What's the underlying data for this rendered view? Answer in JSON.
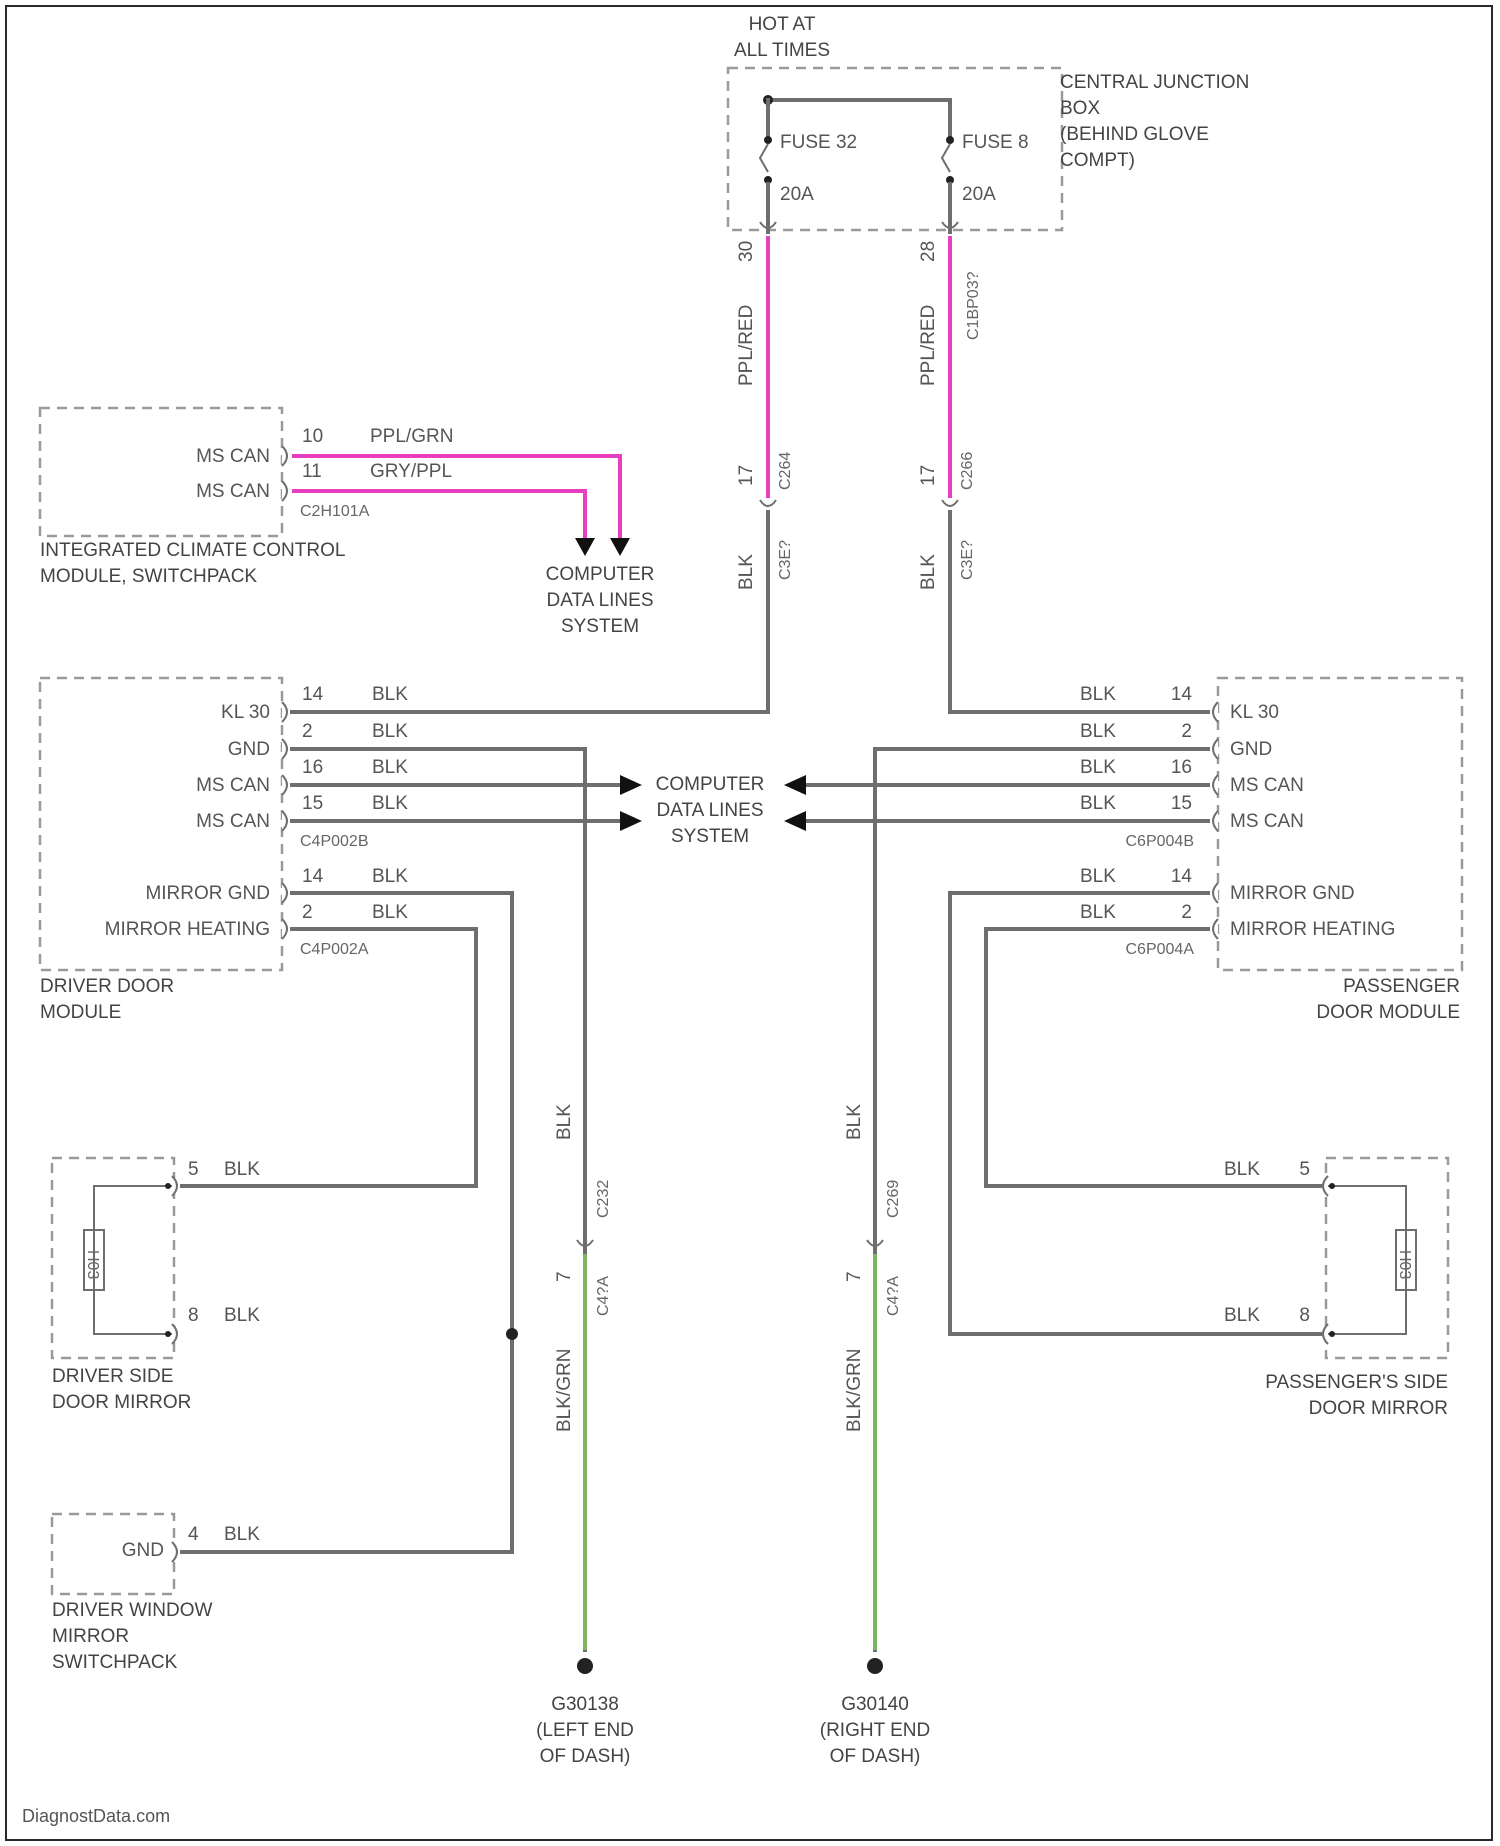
{
  "watermark": "DiagnostData.com",
  "power": {
    "hot_line1": "HOT AT",
    "hot_line2": "ALL TIMES",
    "cjb_line1": "CENTRAL JUNCTION",
    "cjb_line2": "BOX",
    "cjb_line3": "(BEHIND GLOVE",
    "cjb_line4": "COMPT)",
    "fuse_left": "FUSE 32",
    "fuse_left_amp": "20A",
    "fuse_right": "FUSE 8",
    "fuse_right_amp": "20A",
    "pin_left_top": "30",
    "pin_right_top": "28",
    "wire_left_top": "PPL/RED",
    "wire_right_top": "PPL/RED",
    "conn_right_top": "C1BP03?",
    "pin_left_mid": "17",
    "pin_right_mid": "17",
    "conn_left_mid1": "C264",
    "conn_left_mid2": "C3E?",
    "conn_right_mid1": "C266",
    "conn_right_mid2": "C3E?",
    "wire_left_mid": "BLK",
    "wire_right_mid": "BLK"
  },
  "climate": {
    "pin1": "10",
    "pin2": "11",
    "wire1": "PPL/GRN",
    "wire2": "GRY/PPL",
    "conn": "C2H101A",
    "label1": "MS CAN",
    "label2": "MS CAN",
    "name1": "INTEGRATED CLIMATE CONTROL",
    "name2": "MODULE, SWITCHPACK",
    "cdl1": "COMPUTER",
    "cdl2": "DATA LINES",
    "cdl3": "SYSTEM"
  },
  "center_cdl": {
    "line1": "COMPUTER",
    "line2": "DATA LINES",
    "line3": "SYSTEM"
  },
  "driver_module": {
    "labels": [
      "KL 30",
      "GND",
      "MS CAN",
      "MS CAN"
    ],
    "pins": [
      "14",
      "2",
      "16",
      "15"
    ],
    "wires": [
      "BLK",
      "BLK",
      "BLK",
      "BLK"
    ],
    "conn_a": "C4P002B",
    "mirror_labels": [
      "MIRROR GND",
      "MIRROR HEATING"
    ],
    "mirror_pins": [
      "14",
      "2"
    ],
    "mirror_wires": [
      "BLK",
      "BLK"
    ],
    "conn_b": "C4P002A",
    "name1": "DRIVER DOOR",
    "name2": "MODULE"
  },
  "passenger_module": {
    "labels": [
      "KL 30",
      "GND",
      "MS CAN",
      "MS CAN"
    ],
    "pins": [
      "14",
      "2",
      "16",
      "15"
    ],
    "wires": [
      "BLK",
      "BLK",
      "BLK",
      "BLK"
    ],
    "conn_a": "C6P004B",
    "mirror_labels": [
      "MIRROR GND",
      "MIRROR HEATING"
    ],
    "mirror_pins": [
      "14",
      "2"
    ],
    "mirror_wires": [
      "BLK",
      "BLK"
    ],
    "conn_b": "C6P004A",
    "name1": "PASSENGER",
    "name2": "DOOR MODULE"
  },
  "driver_mirror": {
    "pin1": "5",
    "wire1": "BLK",
    "pin2": "8",
    "wire2": "BLK",
    "element": "H03",
    "name1": "DRIVER SIDE",
    "name2": "DOOR MIRROR"
  },
  "passenger_mirror": {
    "pin1": "5",
    "wire1": "BLK",
    "pin2": "8",
    "wire2": "BLK",
    "element": "H03",
    "name1": "PASSENGER'S SIDE",
    "name2": "DOOR MIRROR"
  },
  "switchpack": {
    "label": "GND",
    "pin": "4",
    "wire": "BLK",
    "name1": "DRIVER WINDOW",
    "name2": "MIRROR",
    "name3": "SWITCHPACK"
  },
  "ground_left": {
    "wire1": "BLK",
    "conn1": "C232",
    "pin": "7",
    "conn2": "C4?A",
    "wire2": "BLK/GRN",
    "id": "G30138",
    "desc1": "(LEFT END",
    "desc2": "OF DASH)"
  },
  "ground_right": {
    "wire1": "BLK",
    "conn1": "C269",
    "pin": "7",
    "conn2": "C4?A",
    "wire2": "BLK/GRN",
    "id": "G30140",
    "desc1": "(RIGHT END",
    "desc2": "OF DASH)"
  },
  "colors": {
    "wire_gray": "#6e6e6e",
    "wire_pink": "#e83ec0",
    "wire_green": "#7db561",
    "box_dash": "#9a9a9a"
  }
}
